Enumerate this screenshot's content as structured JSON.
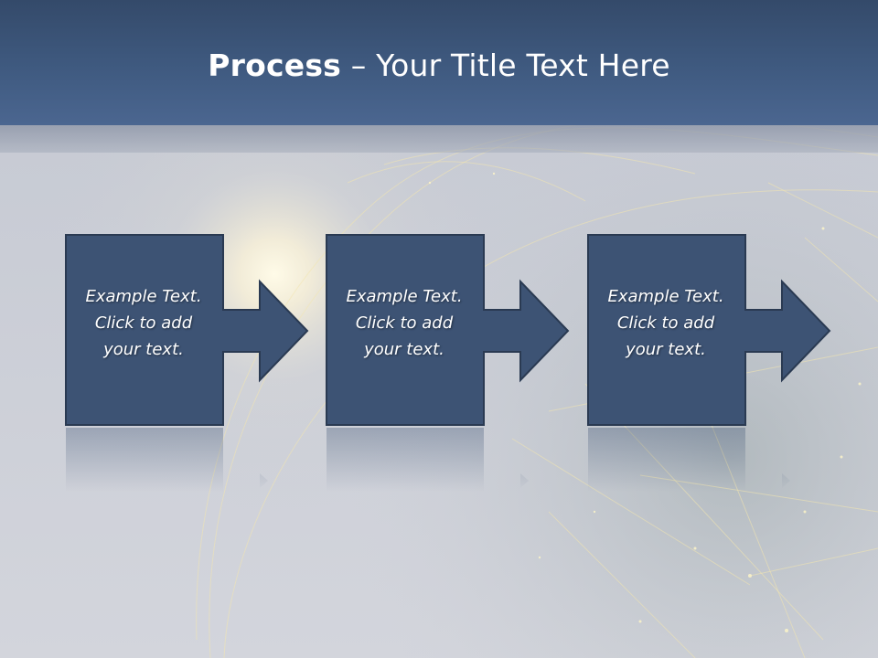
{
  "title": {
    "bold": "Process",
    "rest": " – Your Title Text Here"
  },
  "steps": [
    {
      "text": "Example Text.\nClick  to add\nyour text."
    },
    {
      "text": "Example Text.\nClick  to add\nyour text."
    },
    {
      "text": "Example Text.\nClick  to add\nyour text."
    }
  ],
  "colors": {
    "header": "#3f5a80",
    "shape_fill": "#3d5374",
    "shape_border": "#2a3a52",
    "background": "#c9ccd4"
  }
}
